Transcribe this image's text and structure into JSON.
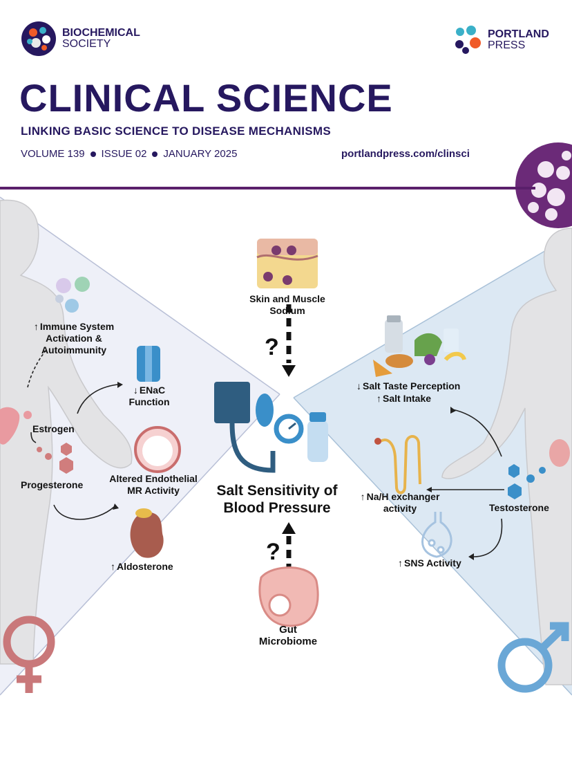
{
  "header": {
    "society": {
      "line1": "BIOCHEMICAL",
      "line2": "SOCIETY"
    },
    "press": {
      "line1": "PORTLAND",
      "line2": "PRESS"
    },
    "journal_title": "CLINICAL SCIENCE",
    "subtitle": "LINKING BASIC SCIENCE TO DISEASE MECHANISMS",
    "volume": "VOLUME 139",
    "issue": "ISSUE 02",
    "date": "JANUARY 2025",
    "url": "portlandpress.com/clinsci"
  },
  "figure": {
    "center_title_line1": "Salt Sensitivity of",
    "center_title_line2": "Blood Pressure",
    "top_factor": {
      "line1": "Skin and Muscle",
      "line2": "Sodium",
      "question": "?"
    },
    "bottom_factor": {
      "line1": "Gut",
      "line2": "Microbiome",
      "question": "?"
    },
    "left": {
      "immune": {
        "line1": "Immune System",
        "line2": "Activation &",
        "line3": "Autoimmunity"
      },
      "enac": {
        "line1": "ENaC",
        "line2": "Function"
      },
      "estrogen": "Estrogen",
      "progesterone": "Progesterone",
      "endothelial": {
        "line1": "Altered Endothelial",
        "line2": "MR Activity"
      },
      "aldosterone": "Aldosterone"
    },
    "right": {
      "salt_taste": "Salt Taste Perception",
      "salt_intake": "Salt Intake",
      "nah": {
        "line1": "Na/H exchanger",
        "line2": "activity"
      },
      "testosterone": "Testosterone",
      "sns": "SNS Activity"
    },
    "arrows": {
      "up": "↑",
      "down": "↓"
    }
  },
  "colors": {
    "navy": "#26185f",
    "purple": "#5a1f6b",
    "female": "#c9787a",
    "male": "#6aa7d6",
    "left_panel": "#eef0f8",
    "right_panel": "#dce8f3"
  }
}
